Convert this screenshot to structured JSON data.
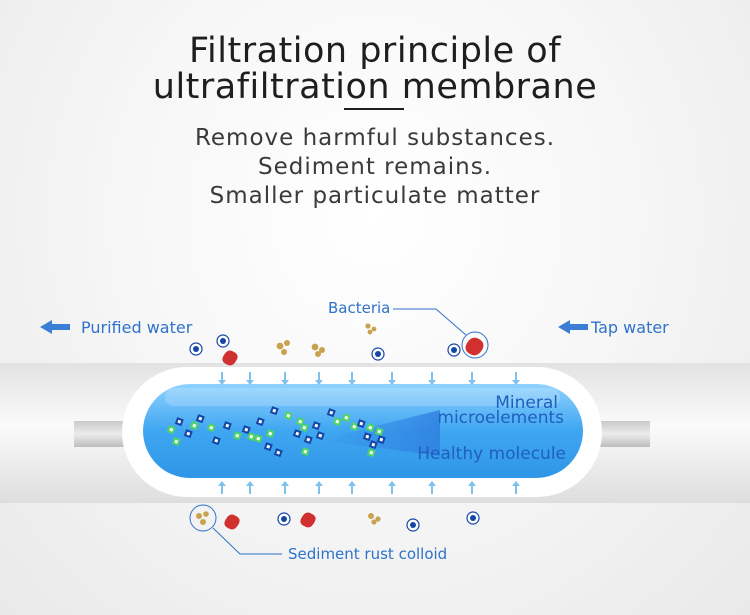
{
  "title": {
    "line1": "Filtration principle of",
    "line2": "ultrafiltration membrane"
  },
  "subtitles": [
    "Remove harmful substances.",
    "Sediment remains.",
    "Smaller particulate matter"
  ],
  "labels": {
    "purified_water": "Purified water",
    "tap_water": "Tap water",
    "bacteria": "Bacteria",
    "mineral": "Mineral",
    "microelements": "microelements",
    "healthy_molecule": "Healthy molecule",
    "sediment": "Sediment rust colloid"
  },
  "colors": {
    "arrow_blue": "#3a7fd5",
    "membrane_blue": "#3aa1ef",
    "bacteria_red": "#d0302f",
    "sediment_gold": "#c8a24e",
    "mineral_dark": "#1346a6",
    "mineral_green": "#4dd468"
  },
  "icons": [
    "left-arrow-icon",
    "right-arrow-icon"
  ]
}
